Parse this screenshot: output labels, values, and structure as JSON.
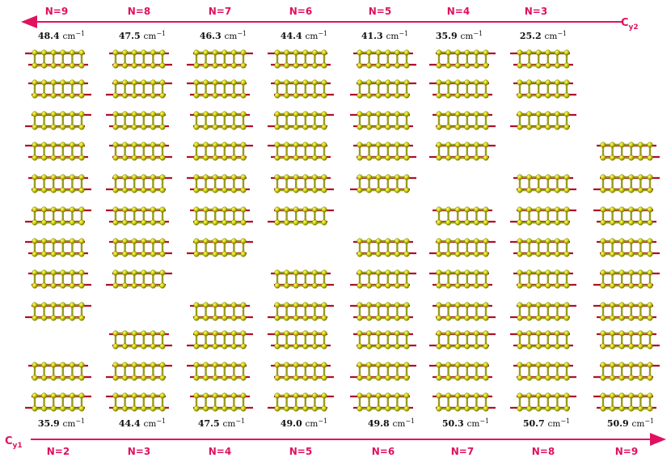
{
  "axes": {
    "top": {
      "label": "C",
      "subscript": "y2",
      "direction": "right-to-left",
      "n_labels": [
        "N=9",
        "N=8",
        "N=7",
        "N=6",
        "N=5",
        "N=4",
        "N=3"
      ]
    },
    "bottom": {
      "label": "C",
      "subscript": "y1",
      "direction": "left-to-right",
      "n_labels": [
        "N=2",
        "N=3",
        "N=4",
        "N=5",
        "N=6",
        "N=7",
        "N=8",
        "N=9"
      ]
    }
  },
  "frequency_unit": "cm",
  "frequency_unit_exponent": "−1",
  "top_frequencies": [
    "48.4",
    "47.5",
    "46.3",
    "44.4",
    "41.3",
    "35.9",
    "25.2"
  ],
  "bottom_frequencies": [
    "35.9",
    "44.4",
    "47.5",
    "49.0",
    "49.8",
    "50.3",
    "50.7",
    "50.9"
  ],
  "colors": {
    "accent": "#e0115f",
    "sulfur_atom": "#c8c800",
    "sulfur_atom_edge": "#7a7a00",
    "bond": "#9a9a20",
    "displacement_arrow": "#b0102a"
  },
  "structure_icon": "layered-chain-with-displacement-arrows",
  "column_row_presence": [
    [
      1,
      1,
      1,
      1,
      1,
      1,
      1,
      1,
      1,
      0,
      1,
      1
    ],
    [
      1,
      1,
      1,
      1,
      1,
      1,
      1,
      1,
      0,
      1,
      1,
      1
    ],
    [
      1,
      1,
      1,
      1,
      1,
      1,
      1,
      0,
      1,
      1,
      1,
      1
    ],
    [
      1,
      1,
      1,
      1,
      1,
      1,
      0,
      1,
      1,
      1,
      1,
      1
    ],
    [
      1,
      1,
      1,
      1,
      1,
      0,
      1,
      1,
      1,
      1,
      1,
      1
    ],
    [
      1,
      1,
      1,
      1,
      0,
      1,
      1,
      1,
      1,
      1,
      1,
      1
    ],
    [
      1,
      1,
      1,
      0,
      1,
      1,
      1,
      1,
      1,
      1,
      1,
      1
    ],
    [
      0,
      0,
      0,
      1,
      1,
      1,
      1,
      1,
      1,
      1,
      1,
      1
    ]
  ]
}
